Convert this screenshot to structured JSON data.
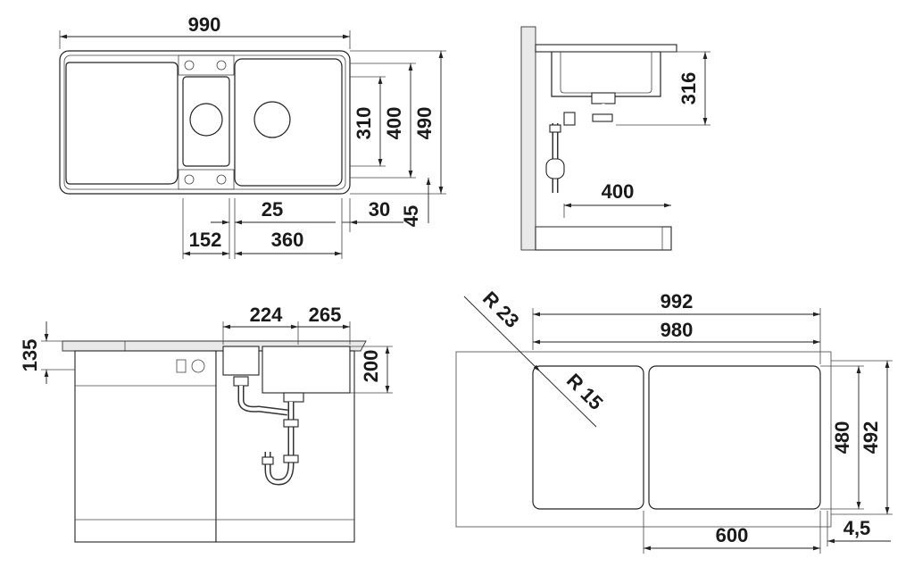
{
  "top_view": {
    "overall_width": "990",
    "bowl_height": "310",
    "inner_height": "400",
    "outer_height": "490",
    "center_offset": "25",
    "edge_offset": "30",
    "bottom_offset": "45",
    "small_bowl_width": "152",
    "large_bowl_width": "360"
  },
  "side_view": {
    "bowl_depth": "316",
    "drain_distance": "400"
  },
  "front_view": {
    "counter_thickness": "135",
    "small_bowl_depth": "224",
    "large_bowl_depth": "265",
    "bowl_height": "200"
  },
  "cutout_view": {
    "outer_width": "992",
    "inner_width": "980",
    "corner_radius_outer": "R 23",
    "corner_radius_inner": "R 15",
    "inner_height": "480",
    "outer_height": "492",
    "drainer_width": "600",
    "edge_gap": "4,5"
  }
}
